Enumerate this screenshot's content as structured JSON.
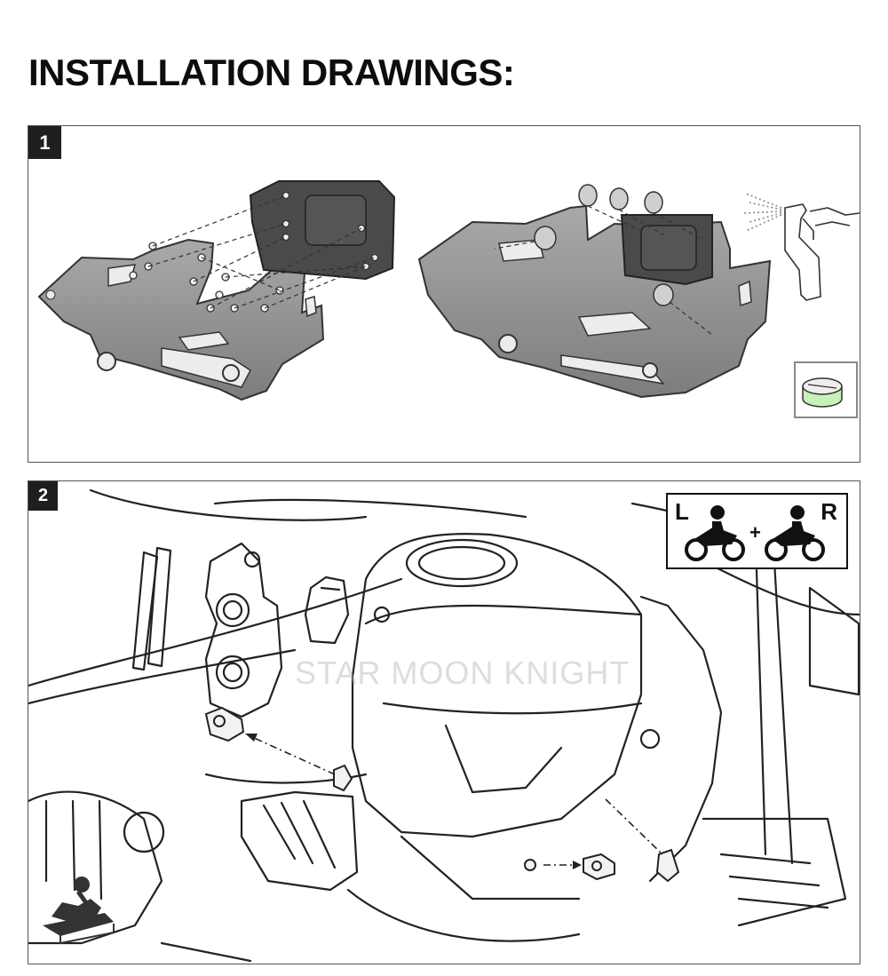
{
  "header": {
    "title": "INSTALLATION DRAWINGS:"
  },
  "steps": [
    {
      "number": "1",
      "icons": [
        "cleaning-spray-icon",
        "adhesive-pad-icon"
      ]
    },
    {
      "number": "2",
      "side_left": "L",
      "side_right": "R",
      "side_plus": "+",
      "watermark": "STAR MOON KNIGHT",
      "icons": [
        "left-and-right-sides-icon",
        "rider-side-view-icon"
      ]
    }
  ]
}
